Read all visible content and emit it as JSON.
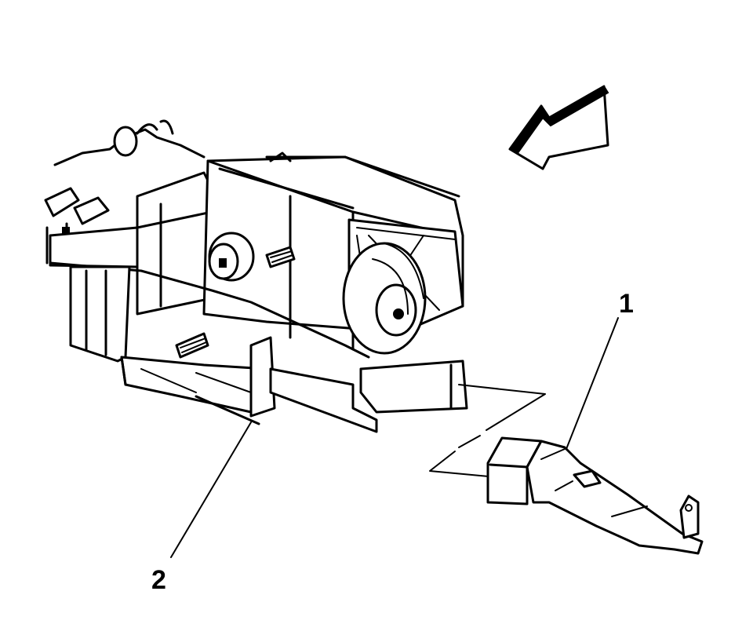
{
  "diagram": {
    "subject": "HVAC module assembly with floor air outlet duct",
    "callouts": [
      {
        "number": "1",
        "target": "floor air outlet duct"
      },
      {
        "number": "2",
        "target": "HVAC module"
      }
    ],
    "direction_arrow": "front-of-vehicle-arrow",
    "colors": {
      "line": "#000000",
      "background": "#ffffff"
    }
  }
}
